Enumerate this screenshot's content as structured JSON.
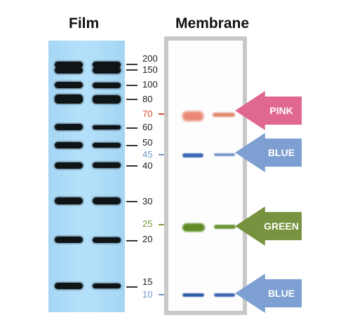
{
  "titles": {
    "film": "Film",
    "membrane": "Membrane"
  },
  "markers": [
    {
      "label": "200",
      "color": "#1c1c1c"
    },
    {
      "label": "150",
      "color": "#1c1c1c"
    },
    {
      "label": "100",
      "color": "#1c1c1c"
    },
    {
      "label": "80",
      "color": "#1c1c1c"
    },
    {
      "label": "70",
      "color": "#d9472b"
    },
    {
      "label": "60",
      "color": "#1c1c1c"
    },
    {
      "label": "50",
      "color": "#1c1c1c"
    },
    {
      "label": "45",
      "color": "#6e96c4"
    },
    {
      "label": "40",
      "color": "#1c1c1c"
    },
    {
      "label": "30",
      "color": "#1c1c1c"
    },
    {
      "label": "25",
      "color": "#7a9a3c"
    },
    {
      "label": "20",
      "color": "#1c1c1c"
    },
    {
      "label": "15",
      "color": "#1c1c1c"
    },
    {
      "label": "10",
      "color": "#6e96c4"
    }
  ],
  "arrows": [
    {
      "label": "PINK",
      "color": "#e06890"
    },
    {
      "label": "BLUE",
      "color": "#7e9fd1"
    },
    {
      "label": "GREEN",
      "color": "#78933f"
    },
    {
      "label": "BLUE",
      "color": "#7e9fd1"
    }
  ],
  "colors": {
    "film_background": "#b2dff9",
    "film_band": "#0f1417",
    "membrane_frame": "#c8c8c8",
    "band_pink": "#e8806c",
    "band_blue": "#3b69b4",
    "band_green": "#66922e"
  }
}
